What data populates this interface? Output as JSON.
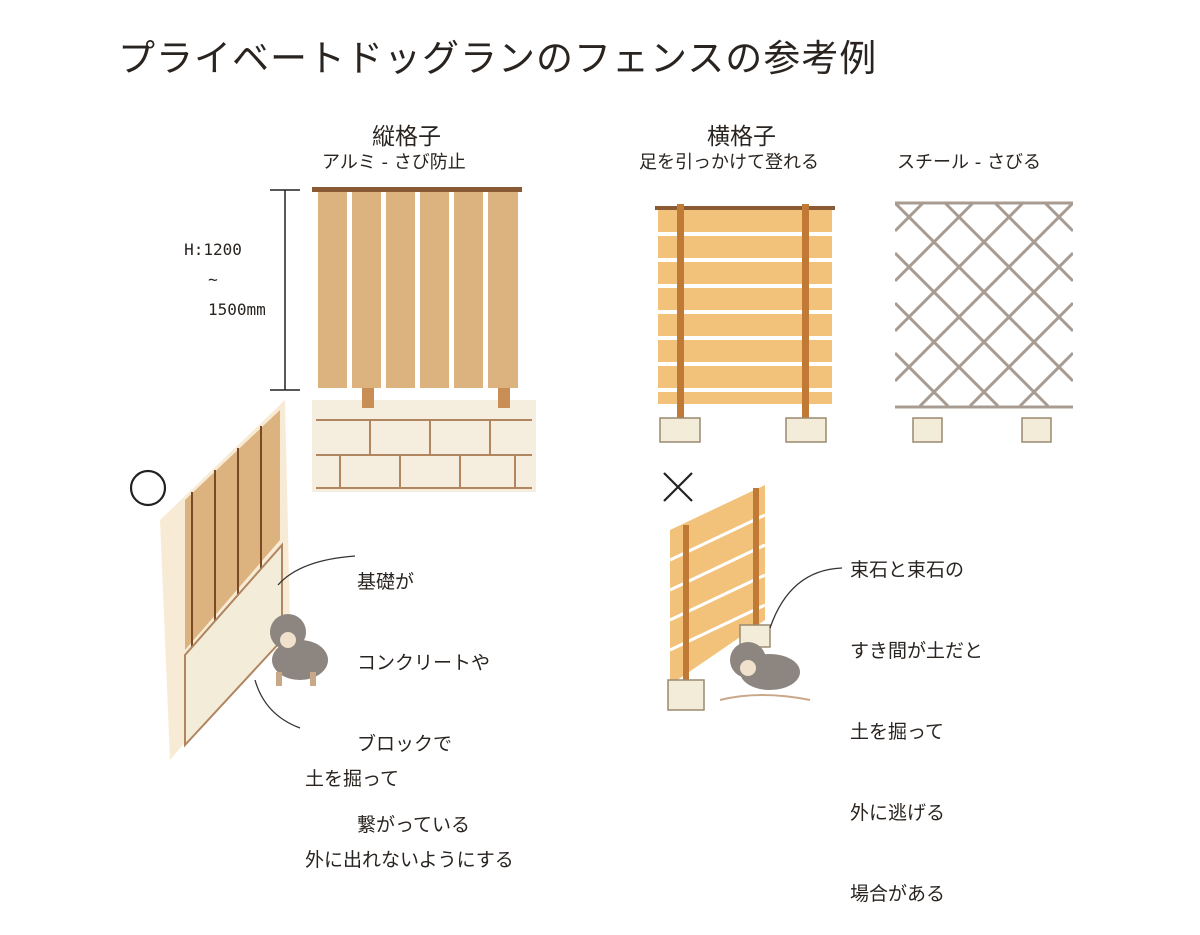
{
  "title": "プライベートドッグランのフェンスの参考例",
  "vertical": {
    "heading": "縦格子",
    "subtitle": "アルミ - さび防止"
  },
  "horizontal": {
    "heading": "横格子",
    "subtitle": "足を引っかけて登れる"
  },
  "lattice": {
    "subtitle": "スチール - さびる"
  },
  "height_dimension": {
    "line1": "H:1200",
    "line2": "~",
    "line3": "1500mm"
  },
  "good_mark": "○",
  "bad_mark": "×",
  "good_notes": {
    "foundation": [
      "基礎が",
      "コンクリートや",
      "ブロックで",
      "繋がっている"
    ],
    "result": [
      "土を掘って",
      "外に出れないようにする"
    ]
  },
  "bad_notes": {
    "gap": [
      "束石と束石の",
      "すき間が土だと",
      "土を掘って",
      "外に逃げる",
      "場合がある"
    ]
  },
  "colors": {
    "wood": "#dcb27f",
    "wood_orange": "#f2c27a",
    "post": "#b9773a",
    "outline": "#7a4a25",
    "steel": "#a89c92",
    "stone": "#f3ecd9"
  }
}
